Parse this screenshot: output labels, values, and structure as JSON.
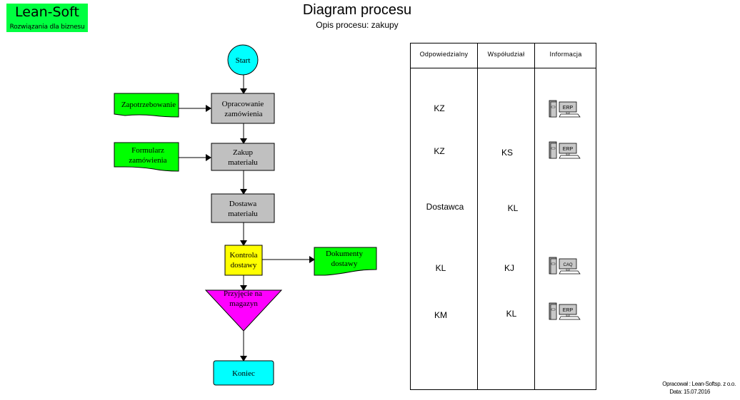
{
  "logo": {
    "title": "Lean-Soft",
    "subtitle": "Rozwiązania dla biznesu",
    "background": "#00ff40"
  },
  "header": {
    "title": "Diagram procesu",
    "subtitle": "Opis procesu: zakupy"
  },
  "colors": {
    "terminal": "#00ffff",
    "process": "#c0c0c0",
    "document": "#00ff00",
    "decision": "#ffff00",
    "storage": "#ff00ff"
  },
  "flow": {
    "start": "Start",
    "steps": [
      {
        "id": "opracowanie",
        "line1": "Opracowanie",
        "line2": "zamówienia",
        "type": "process"
      },
      {
        "id": "zakup",
        "line1": "Zakup",
        "line2": "materiału",
        "type": "process"
      },
      {
        "id": "dostawa",
        "line1": "Dostawa",
        "line2": "materiału",
        "type": "process"
      },
      {
        "id": "kontrola",
        "line1": "Kontrola",
        "line2": "dostawy",
        "type": "control"
      },
      {
        "id": "przyjecie",
        "line1": "Przyjęcie na",
        "line2": "magazyn",
        "type": "storage"
      }
    ],
    "documents": [
      {
        "id": "zapotrzebowanie",
        "line1": "Zapotrzebowanie",
        "line2": "",
        "target": "opracowanie",
        "direction": "in"
      },
      {
        "id": "formularz",
        "line1": "Formularz",
        "line2": "zamówienia",
        "target": "zakup",
        "direction": "in"
      },
      {
        "id": "dokumenty",
        "line1": "Dokumenty",
        "line2": "dostawy",
        "target": "kontrola",
        "direction": "out"
      }
    ],
    "end": "Koniec"
  },
  "table": {
    "headers": [
      "Odpowiedzialny",
      "Współudział",
      "Informacja"
    ],
    "rows": [
      {
        "responsible": "KZ",
        "participant": "",
        "info": "ERP"
      },
      {
        "responsible": "KZ",
        "participant": "KS",
        "info": "ERP"
      },
      {
        "responsible": "Dostawca",
        "participant": "KL",
        "info": ""
      },
      {
        "responsible": "KL",
        "participant": "KJ",
        "info": "CAQ"
      },
      {
        "responsible": "KM",
        "participant": "KL",
        "info": "ERP"
      }
    ]
  },
  "footer": {
    "author": "Opracował : Lean-Softsp. z o.o.",
    "date": "Data: 15.07.2016"
  }
}
